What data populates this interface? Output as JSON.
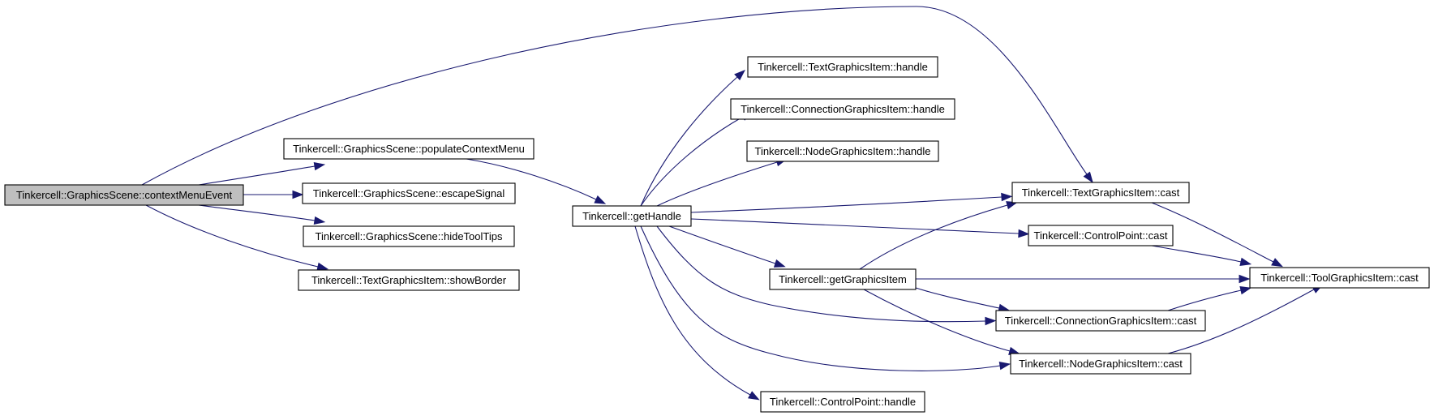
{
  "diagram": {
    "colors": {
      "edge": "#191970",
      "node_fill": "#ffffff",
      "root_fill": "#bfbfbf",
      "node_stroke": "#000000",
      "text": "#000000",
      "background": "#ffffff"
    },
    "nodes": [
      {
        "id": "ctx",
        "label": "Tinkercell::GraphicsScene::contextMenuEvent",
        "root": true
      },
      {
        "id": "pop",
        "label": "Tinkercell::GraphicsScene::populateContextMenu"
      },
      {
        "id": "esc",
        "label": "Tinkercell::GraphicsScene::escapeSignal"
      },
      {
        "id": "hide",
        "label": "Tinkercell::GraphicsScene::hideToolTips"
      },
      {
        "id": "show",
        "label": "Tinkercell::TextGraphicsItem::showBorder"
      },
      {
        "id": "gh",
        "label": "Tinkercell::getHandle"
      },
      {
        "id": "tgh",
        "label": "Tinkercell::TextGraphicsItem::handle"
      },
      {
        "id": "cgh",
        "label": "Tinkercell::ConnectionGraphicsItem::handle"
      },
      {
        "id": "ngh",
        "label": "Tinkercell::NodeGraphicsItem::handle"
      },
      {
        "id": "ggi",
        "label": "Tinkercell::getGraphicsItem"
      },
      {
        "id": "cph",
        "label": "Tinkercell::ControlPoint::handle"
      },
      {
        "id": "tgc",
        "label": "Tinkercell::TextGraphicsItem::cast"
      },
      {
        "id": "cpc",
        "label": "Tinkercell::ControlPoint::cast"
      },
      {
        "id": "cgc",
        "label": "Tinkercell::ConnectionGraphicsItem::cast"
      },
      {
        "id": "ngc",
        "label": "Tinkercell::NodeGraphicsItem::cast"
      },
      {
        "id": "toolc",
        "label": "Tinkercell::ToolGraphicsItem::cast"
      }
    ],
    "edges": [
      {
        "from": "ctx",
        "to": "tgc"
      },
      {
        "from": "ctx",
        "to": "pop"
      },
      {
        "from": "ctx",
        "to": "esc"
      },
      {
        "from": "ctx",
        "to": "hide"
      },
      {
        "from": "ctx",
        "to": "show"
      },
      {
        "from": "pop",
        "to": "gh"
      },
      {
        "from": "gh",
        "to": "tgh"
      },
      {
        "from": "gh",
        "to": "cgh"
      },
      {
        "from": "gh",
        "to": "ngh"
      },
      {
        "from": "gh",
        "to": "tgc"
      },
      {
        "from": "gh",
        "to": "cpc"
      },
      {
        "from": "gh",
        "to": "ggi"
      },
      {
        "from": "gh",
        "to": "cgc"
      },
      {
        "from": "gh",
        "to": "ngc"
      },
      {
        "from": "gh",
        "to": "cph"
      },
      {
        "from": "ggi",
        "to": "tgc"
      },
      {
        "from": "ggi",
        "to": "toolc"
      },
      {
        "from": "ggi",
        "to": "cgc"
      },
      {
        "from": "ggi",
        "to": "ngc"
      },
      {
        "from": "tgc",
        "to": "toolc"
      },
      {
        "from": "cpc",
        "to": "toolc"
      },
      {
        "from": "cgc",
        "to": "toolc"
      },
      {
        "from": "ngc",
        "to": "toolc"
      }
    ]
  }
}
